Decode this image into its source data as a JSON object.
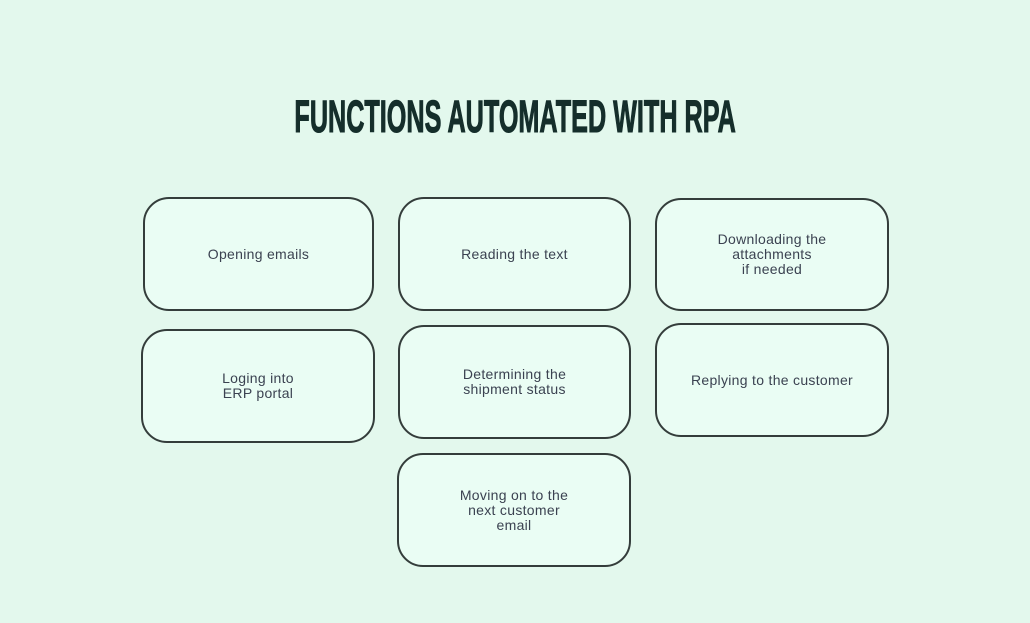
{
  "title": "FUNCTIONS AUTOMATED WITH RPA",
  "colors": {
    "background": "#e3f8ed",
    "box_fill": "#eafdf4",
    "box_border": "#343d3b",
    "title_text": "#152e2b",
    "box_text": "#3b4251"
  },
  "boxes": [
    {
      "id": "opening-emails",
      "label": "Opening emails"
    },
    {
      "id": "reading-the-text",
      "label": "Reading the text"
    },
    {
      "id": "downloading-attachments",
      "label": "Downloading the\nattachments\nif needed"
    },
    {
      "id": "loging-into-erp-portal",
      "label": "Loging into\nERP portal"
    },
    {
      "id": "determining-shipment-status",
      "label": "Determining the\nshipment status"
    },
    {
      "id": "replying-to-customer",
      "label": "Replying to the customer"
    },
    {
      "id": "moving-on-next-customer-email",
      "label": "Moving on to the\nnext customer\nemail"
    }
  ]
}
